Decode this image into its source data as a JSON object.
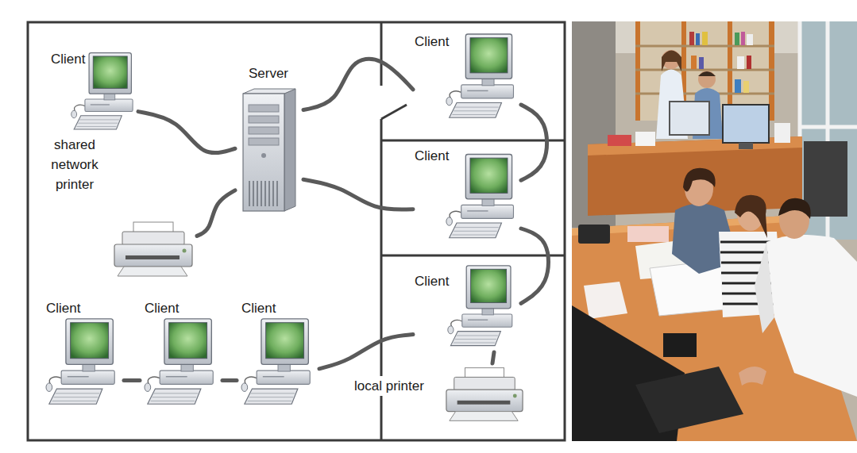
{
  "diagram": {
    "nodes": [
      {
        "text": [
          "Client"
        ]
      },
      {
        "text": [
          "Server"
        ]
      },
      {
        "text": [
          "Client"
        ]
      },
      {
        "text": [
          "shared network printer"
        ]
      },
      {
        "text": [
          "Client"
        ]
      },
      {
        "text": [
          "Client"
        ]
      },
      {
        "text": [
          "Client"
        ]
      },
      {
        "text": [
          "Client"
        ]
      },
      {
        "text": [
          "Client"
        ]
      },
      {
        "text": [
          "local printer"
        ]
      }
    ],
    "edges": [
      {
        "from": 0,
        "to": 1,
        "arrow": "none"
      },
      {
        "from": 1,
        "to": 2,
        "arrow": "none"
      },
      {
        "from": 1,
        "to": 3,
        "arrow": "none"
      },
      {
        "from": 1,
        "to": 4,
        "arrow": "none"
      },
      {
        "from": 2,
        "to": 4,
        "arrow": "none"
      },
      {
        "from": 4,
        "to": 5,
        "arrow": "none"
      },
      {
        "from": 6,
        "to": 7,
        "arrow": "none"
      },
      {
        "from": 7,
        "to": 8,
        "arrow": "none"
      },
      {
        "from": 8,
        "to": 5,
        "arrow": "none"
      },
      {
        "from": 5,
        "to": 9,
        "arrow": "none"
      }
    ]
  }
}
